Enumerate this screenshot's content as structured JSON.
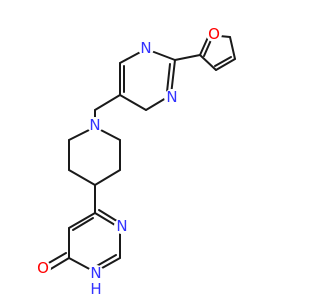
{
  "molecule": {
    "colors": {
      "bond": "#1a1a1a",
      "nitrogen": "#3333ff",
      "oxygen": "#ff0000",
      "hydrogen": "#3333ff"
    },
    "atoms": {
      "furan_o": "O",
      "pym_top_n1": "N",
      "pym_top_n3": "N",
      "pip_n": "N",
      "pym_bot_n3": "N",
      "pym_bot_nh": "N",
      "pym_bot_h": "H",
      "carbonyl_o": "O"
    }
  }
}
